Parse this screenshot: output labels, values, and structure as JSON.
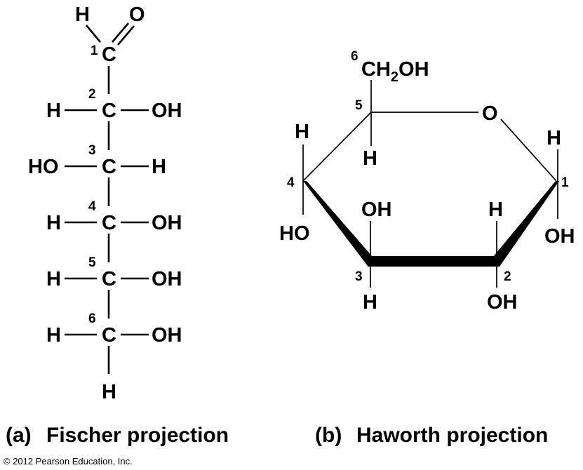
{
  "fischer": {
    "aldehyde_h": "H",
    "aldehyde_o": "O",
    "bottom_h": "H",
    "carbons": [
      {
        "num": "1",
        "atom": "C",
        "left": "",
        "right": ""
      },
      {
        "num": "2",
        "atom": "C",
        "left": "H",
        "right": "OH"
      },
      {
        "num": "3",
        "atom": "C",
        "left": "HO",
        "right": "H"
      },
      {
        "num": "4",
        "atom": "C",
        "left": "H",
        "right": "OH"
      },
      {
        "num": "5",
        "atom": "C",
        "left": "H",
        "right": "OH"
      },
      {
        "num": "6",
        "atom": "C",
        "left": "H",
        "right": "OH"
      }
    ]
  },
  "haworth": {
    "c6_num": "6",
    "ch2oh": {
      "a": "CH",
      "sub": "2",
      "b": "OH"
    },
    "ring_o": "O",
    "c5": {
      "num": "5",
      "down": "H"
    },
    "c4": {
      "num": "4",
      "up": "H",
      "down": "HO"
    },
    "c3": {
      "num": "3",
      "up": "OH",
      "down": "H"
    },
    "c2": {
      "num": "2",
      "up": "H",
      "down": "OH"
    },
    "c1": {
      "num": "1",
      "up": "H",
      "down": "OH"
    }
  },
  "captions": {
    "a_tag": "(a)",
    "a_text": "Fischer projection",
    "b_tag": "(b)",
    "b_text": "Haworth projection"
  },
  "copyright": "© 2012 Pearson Education, Inc."
}
